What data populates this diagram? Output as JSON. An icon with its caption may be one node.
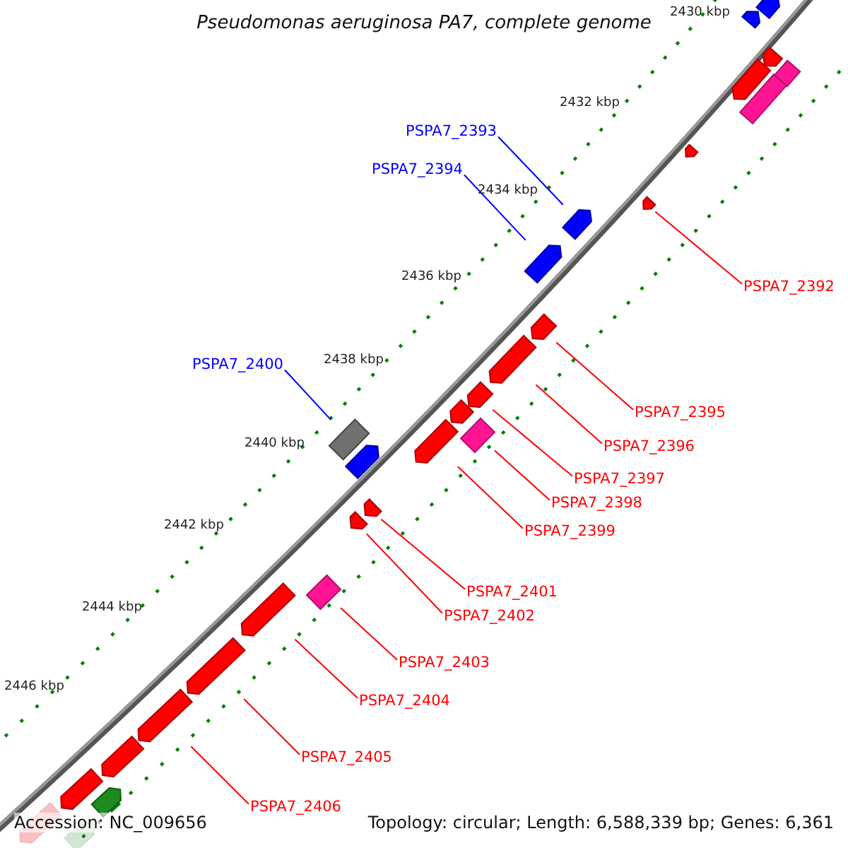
{
  "diagram": {
    "title": "Pseudomonas aeruginosa PA7, complete genome",
    "nodes": [
      {
        "text": [
          "PSPA7_2393"
        ]
      },
      {
        "text": [],
        "shape": "arrow"
      },
      {
        "text": [
          "PSPA7_2394"
        ]
      },
      {
        "text": [],
        "shape": "arrow"
      },
      {
        "text": [
          "PSPA7_2392"
        ]
      },
      {
        "text": [],
        "shape": "arrow"
      },
      {
        "text": [
          "PSPA7_2395"
        ]
      },
      {
        "text": [],
        "shape": "arrow"
      },
      {
        "text": [
          "PSPA7_2396"
        ]
      },
      {
        "text": [],
        "shape": "arrow"
      },
      {
        "text": [
          "PSPA7_2397"
        ]
      },
      {
        "text": [],
        "shape": "arrow"
      },
      {
        "text": [
          "PSPA7_2398"
        ]
      },
      {
        "text": [],
        "shape": "box"
      },
      {
        "text": [
          "PSPA7_2399"
        ]
      },
      {
        "text": [],
        "shape": "arrow"
      },
      {
        "text": [
          "PSPA7_2400"
        ]
      },
      {
        "text": [],
        "shape": "box"
      },
      {
        "text": [
          "PSPA7_2401"
        ]
      },
      {
        "text": [],
        "shape": "arrow"
      },
      {
        "text": [
          "PSPA7_2402"
        ]
      },
      {
        "text": [],
        "shape": "arrow"
      },
      {
        "text": [
          "PSPA7_2403"
        ]
      },
      {
        "text": [],
        "shape": "box"
      },
      {
        "text": [
          "PSPA7_2404"
        ]
      },
      {
        "text": [],
        "shape": "arrow"
      },
      {
        "text": [
          "PSPA7_2405"
        ]
      },
      {
        "text": [],
        "shape": "arrow"
      },
      {
        "text": [
          "PSPA7_2406"
        ]
      },
      {
        "text": [],
        "shape": "arrow"
      },
      {
        "text": [],
        "shape": "arrow"
      },
      {
        "text": [],
        "shape": "arrow"
      },
      {
        "text": [],
        "shape": "arrow"
      },
      {
        "text": [],
        "shape": "box"
      },
      {
        "text": [],
        "shape": "arrow"
      },
      {
        "text": [],
        "shape": "box"
      },
      {
        "text": [],
        "shape": "arrow"
      },
      {
        "text": [],
        "shape": "arrow"
      },
      {
        "text": [],
        "shape": "arrow"
      },
      {
        "text": [],
        "shape": "arrow"
      },
      {
        "text": [],
        "shape": "arrow"
      },
      {
        "text": [],
        "shape": "arrow"
      },
      {
        "text": [],
        "shape": "arrow"
      },
      {
        "text": [],
        "shape": "arrow"
      }
    ],
    "edges": [
      {
        "from": 0,
        "to": 1,
        "arrow": "none",
        "color": "#0000ff"
      },
      {
        "from": 2,
        "to": 3,
        "arrow": "none",
        "color": "#0000ff"
      },
      {
        "from": 4,
        "to": 5,
        "arrow": "none"
      },
      {
        "from": 6,
        "to": 7,
        "arrow": "none"
      },
      {
        "from": 8,
        "to": 9,
        "arrow": "none"
      },
      {
        "from": 10,
        "to": 11,
        "arrow": "none"
      },
      {
        "from": 12,
        "to": 13,
        "arrow": "none"
      },
      {
        "from": 14,
        "to": 15,
        "arrow": "none"
      },
      {
        "from": 16,
        "to": 17,
        "arrow": "none",
        "color": "#0000ff"
      },
      {
        "from": 18,
        "to": 19,
        "arrow": "none"
      },
      {
        "from": 20,
        "to": 21,
        "arrow": "none"
      },
      {
        "from": 22,
        "to": 23,
        "arrow": "none"
      },
      {
        "from": 24,
        "to": 25,
        "arrow": "none"
      },
      {
        "from": 26,
        "to": 27,
        "arrow": "none"
      },
      {
        "from": 28,
        "to": 29,
        "arrow": "none"
      }
    ],
    "labels": [
      "2430 kbp",
      "2432 kbp",
      "2434 kbp",
      "2436 kbp",
      "2438 kbp",
      "2440 kbp",
      "2442 kbp",
      "2444 kbp",
      "2446 kbp",
      "Accession: NC_009656",
      "Topology: circular; Length: 6,588,339 bp; Genes: 6,361"
    ]
  }
}
